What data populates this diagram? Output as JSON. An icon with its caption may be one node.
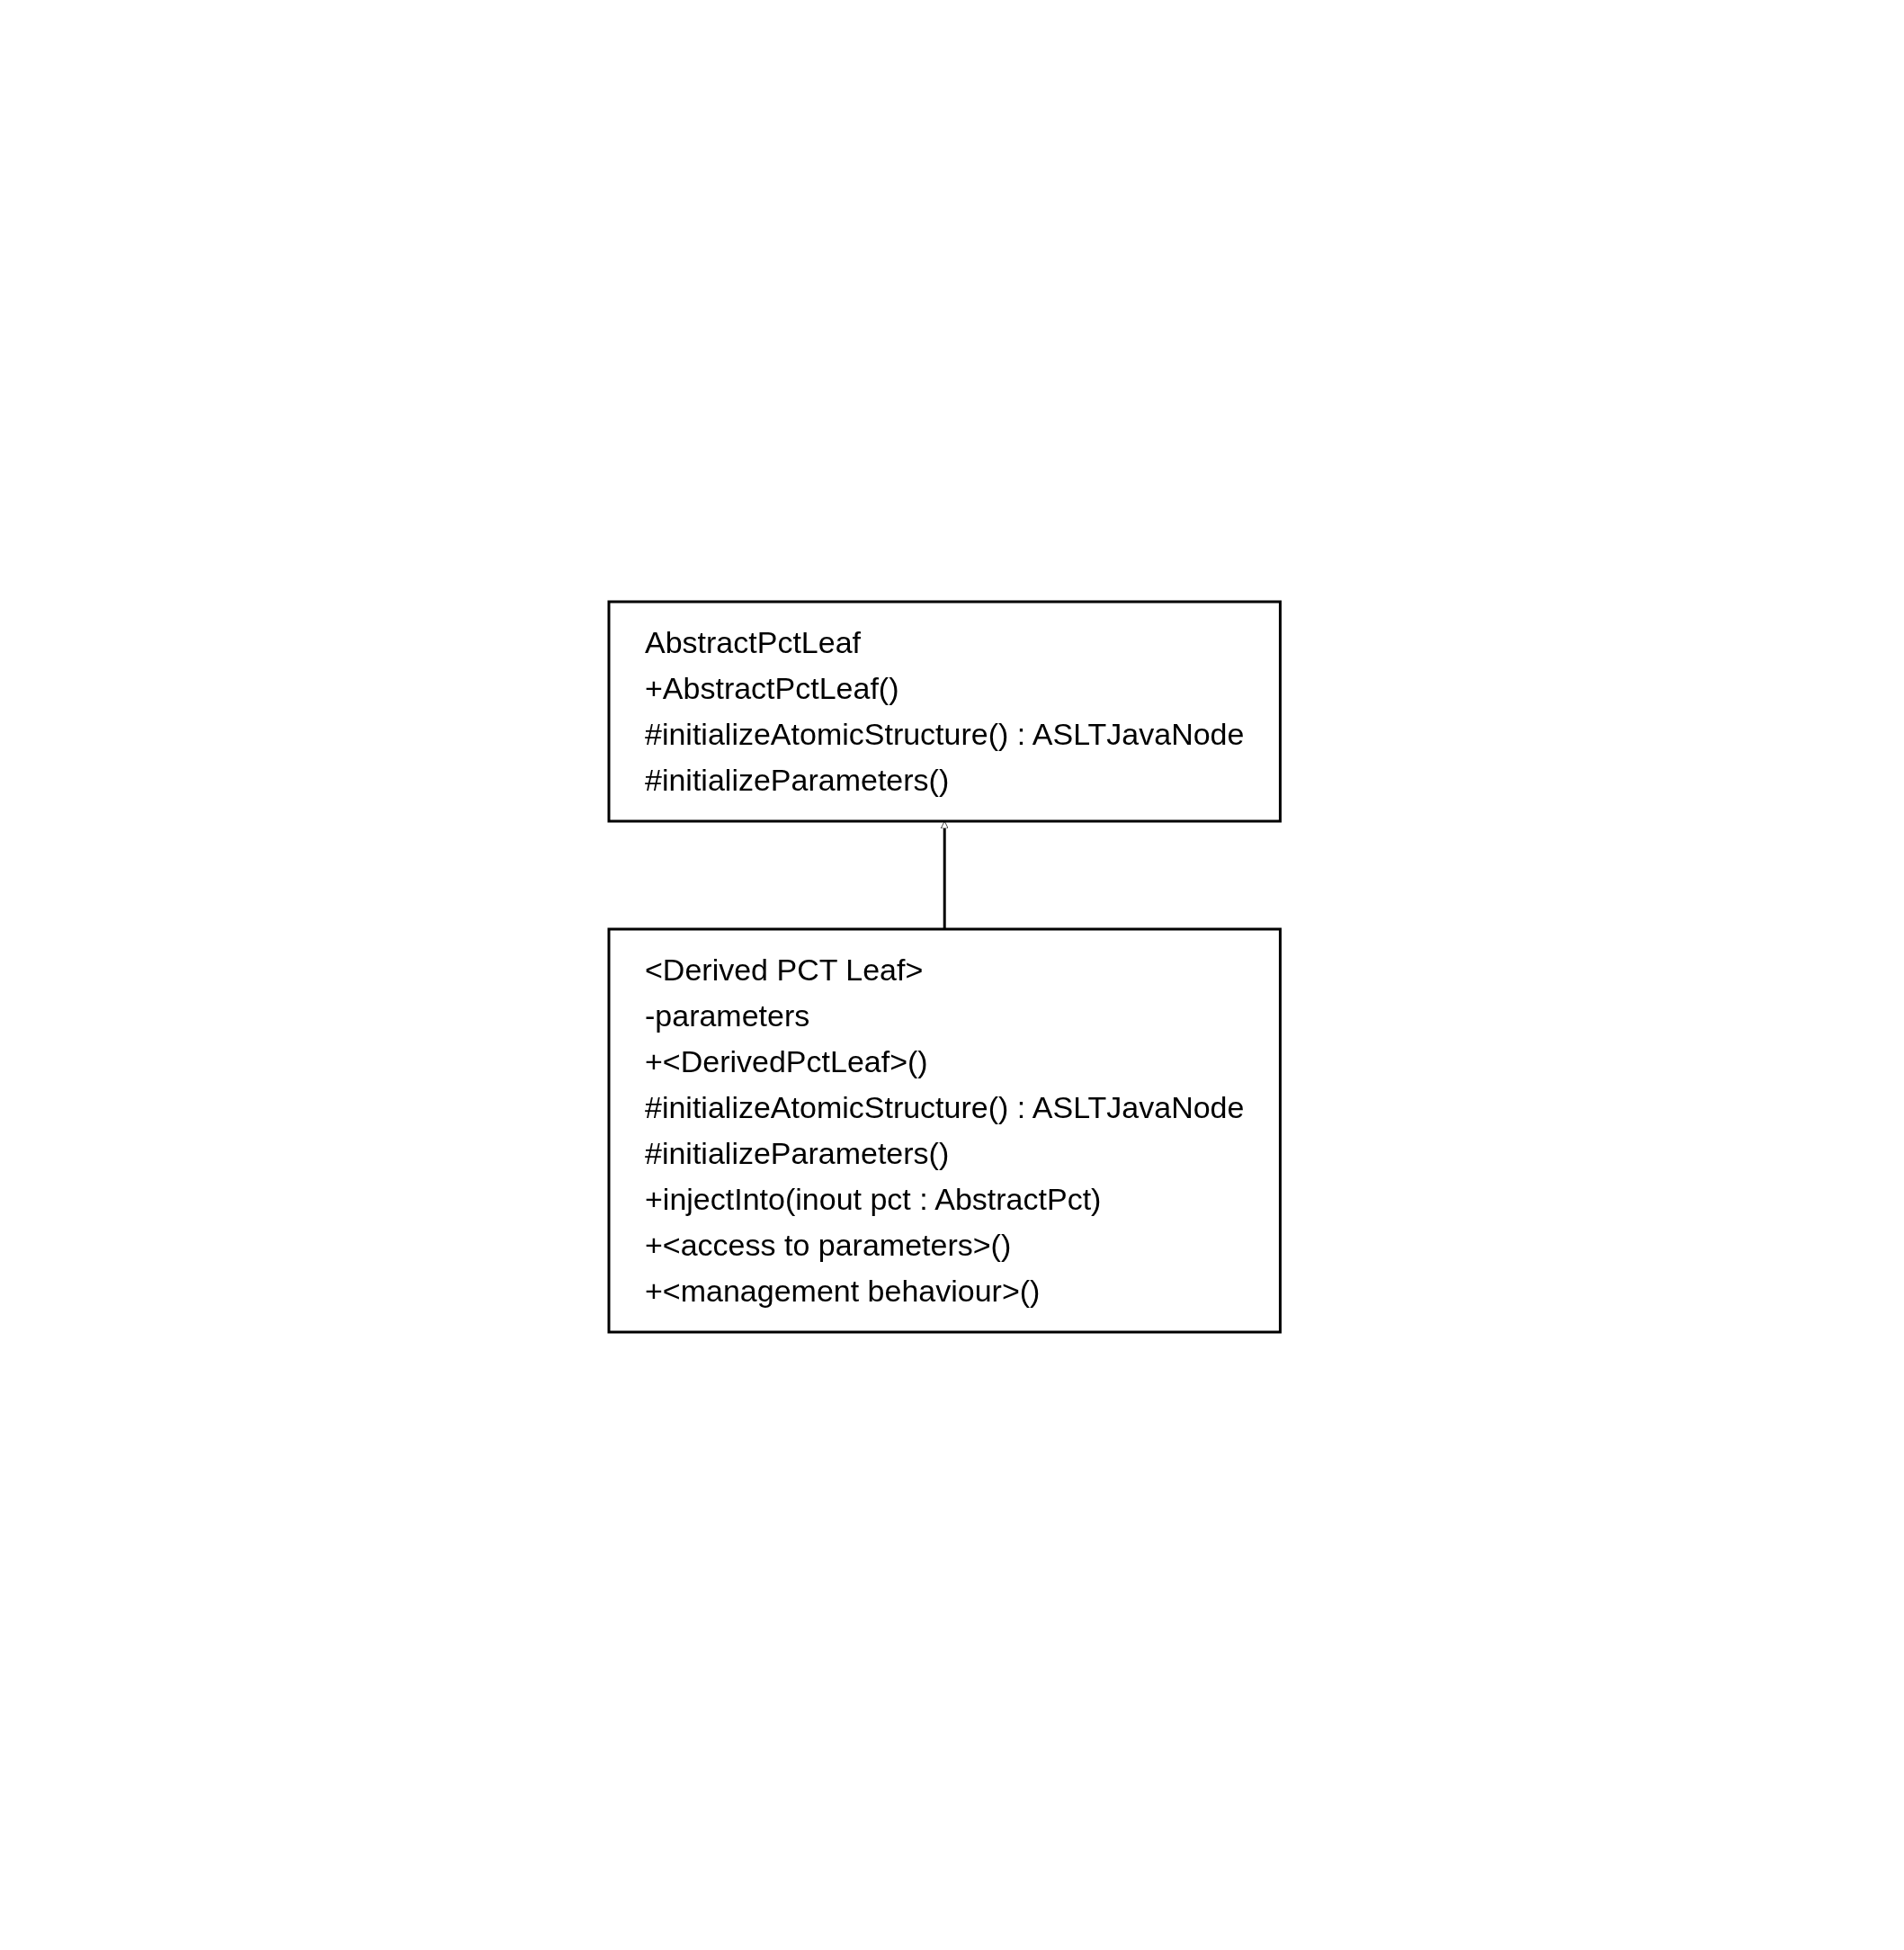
{
  "diagram": {
    "nodes": [
      {
        "text": [
          "AbstractPctLeaf",
          "+AbstractPctLeaf()",
          "#initializeAtomicStructure() : ASLTJavaNode",
          "#initializeParameters()"
        ]
      },
      {
        "text": [
          "<Derived PCT Leaf>",
          "-parameters",
          "+<DerivedPctLeaf>()",
          "#initializeAtomicStructure() : ASLTJavaNode",
          "#initializeParameters()",
          "+injectInto(inout pct : AbstractPct)",
          "+<access to parameters>()",
          "+<management behaviour>()"
        ]
      }
    ],
    "edges": [
      {
        "from": 1,
        "to": 0,
        "arrow": "to"
      }
    ]
  }
}
